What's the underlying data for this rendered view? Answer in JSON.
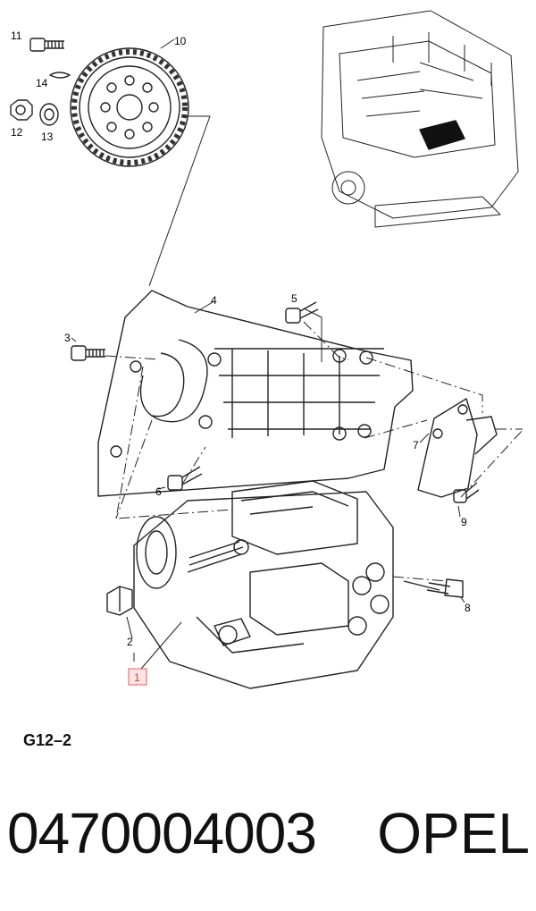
{
  "diagram": {
    "callouts": [
      "1",
      "2",
      "3",
      "4",
      "5",
      "6",
      "7",
      "8",
      "9",
      "10",
      "11",
      "12",
      "13",
      "14"
    ],
    "highlighted_callout": "1",
    "figure_code": "G12–2"
  },
  "part": {
    "number": "0470004003",
    "brand": "OPEL"
  },
  "colors": {
    "line": "#222222",
    "highlight_fill": "#fde3e3",
    "highlight_stroke": "#e06060"
  }
}
